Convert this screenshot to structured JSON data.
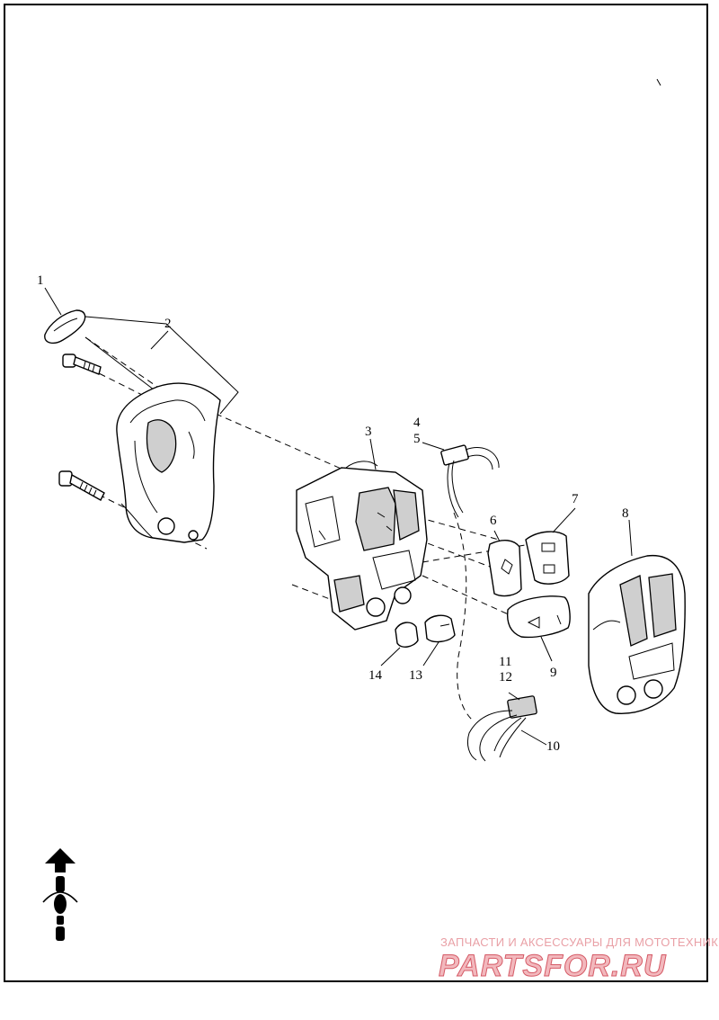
{
  "callouts": [
    {
      "id": "c1",
      "text": "1"
    },
    {
      "id": "c2",
      "text": "2"
    },
    {
      "id": "c3",
      "text": "3"
    },
    {
      "id": "c4",
      "text": "4"
    },
    {
      "id": "c5",
      "text": "5"
    },
    {
      "id": "c6",
      "text": "6"
    },
    {
      "id": "c7",
      "text": "7"
    },
    {
      "id": "c8",
      "text": "8"
    },
    {
      "id": "c9",
      "text": "9"
    },
    {
      "id": "c10",
      "text": "10"
    },
    {
      "id": "c11",
      "text": "11"
    },
    {
      "id": "c12",
      "text": "12"
    },
    {
      "id": "c13",
      "text": "13"
    },
    {
      "id": "c14",
      "text": "14"
    }
  ],
  "watermark": {
    "tagline": "ЗАПЧАСТИ И АКСЕССУАРЫ ДЛЯ МОТОТЕХНИКИ",
    "brand": "PARTSFOR.RU"
  },
  "icons": [
    "forward-arrow-icon",
    "motorcycle-top-view-icon"
  ]
}
